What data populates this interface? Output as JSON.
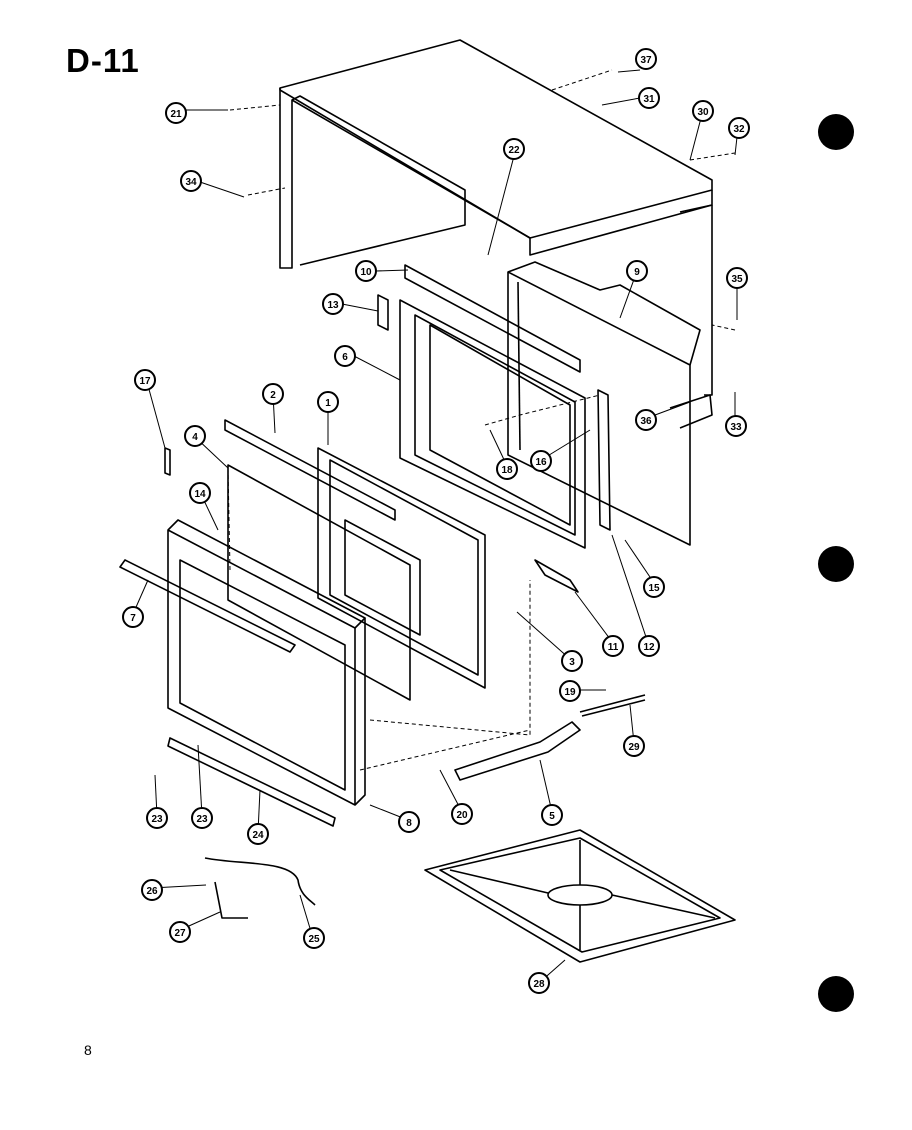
{
  "title": "D-11",
  "page_number": "8",
  "callouts": [
    "21",
    "34",
    "37",
    "31",
    "30",
    "32",
    "22",
    "10",
    "9",
    "35",
    "13",
    "6",
    "36",
    "33",
    "17",
    "2",
    "1",
    "4",
    "18",
    "16",
    "14",
    "15",
    "7",
    "11",
    "12",
    "3",
    "19",
    "29",
    "5",
    "20",
    "23",
    "23",
    "24",
    "8",
    "26",
    "27",
    "25",
    "28"
  ]
}
